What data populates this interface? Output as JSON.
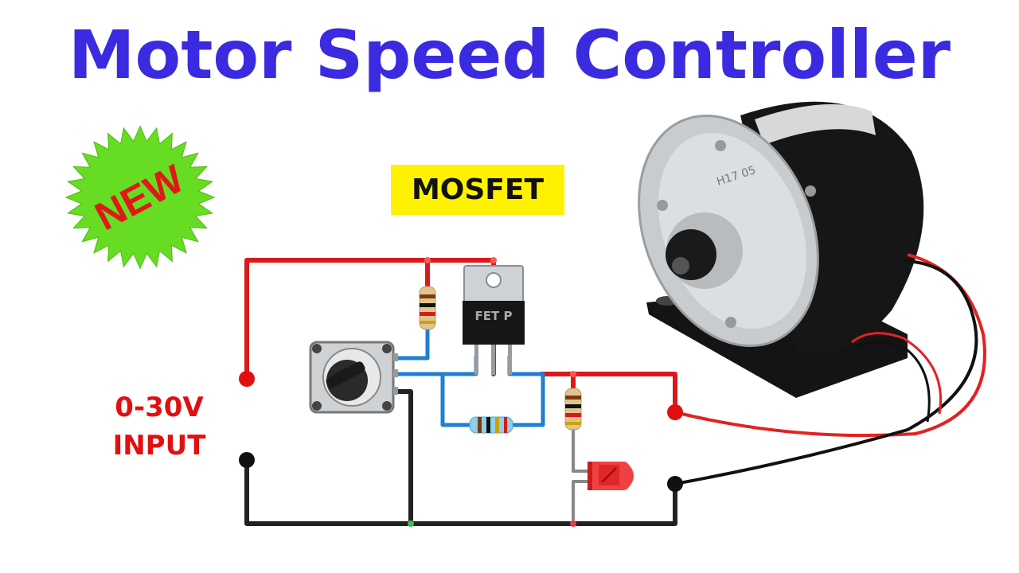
{
  "title": "Motor Speed Controller",
  "badge": {
    "text": "NEW",
    "color": "#66dd22",
    "text_color": "#e01818"
  },
  "component_tag": {
    "text": "MOSFET",
    "bg": "#fff200"
  },
  "transistor": {
    "marking": "FET P"
  },
  "motor": {
    "label": "H17 05"
  },
  "input": {
    "line1": "0-30V",
    "line2": "INPUT"
  },
  "colors": {
    "positive_wire": "#d81a1a",
    "ground_wire": "#222222",
    "signal_wire": "#1f7fd0",
    "title": "#3a2be0",
    "led": "#ee2a2a"
  }
}
